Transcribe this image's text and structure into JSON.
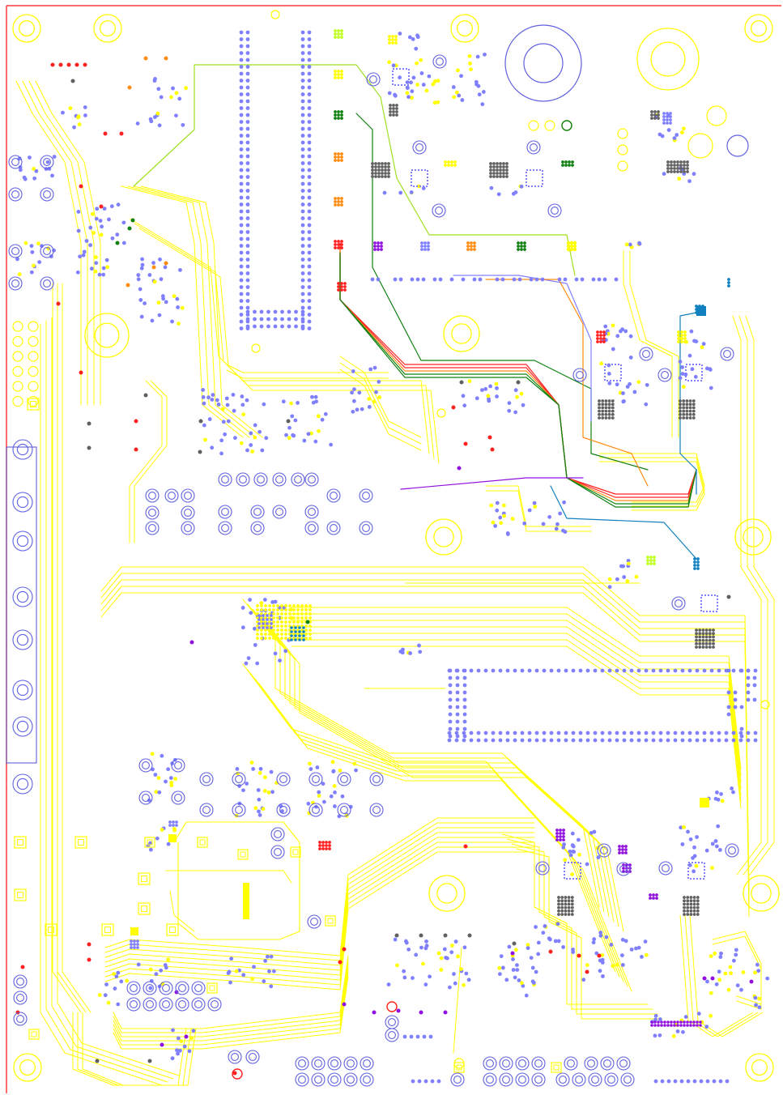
{
  "title": "",
  "colors": {
    "background": "#ffffff",
    "board_outline": "#ff3b3b",
    "trace_primary": "#ffff00",
    "via": "#8080ff",
    "via_ring": "#6060e0",
    "mount_hole": "#ffff00",
    "connector_outline": "#5050d0",
    "pad_red": "#ff2020",
    "pad_orange": "#ff8c10",
    "pad_green": "#108010",
    "pad_lime": "#c0ff20",
    "pad_purple": "#9010e0",
    "pad_teal": "#1080c0",
    "pad_gray": "#606060",
    "pad_yellow": "#ffff00"
  },
  "net_colors": [
    "#ff2020",
    "#ff8c10",
    "#108010",
    "#9010e0",
    "#1080c0",
    "#c0ff20"
  ],
  "layers": [
    "board-outline",
    "traces",
    "vias",
    "pads",
    "mounting-holes",
    "connector"
  ]
}
